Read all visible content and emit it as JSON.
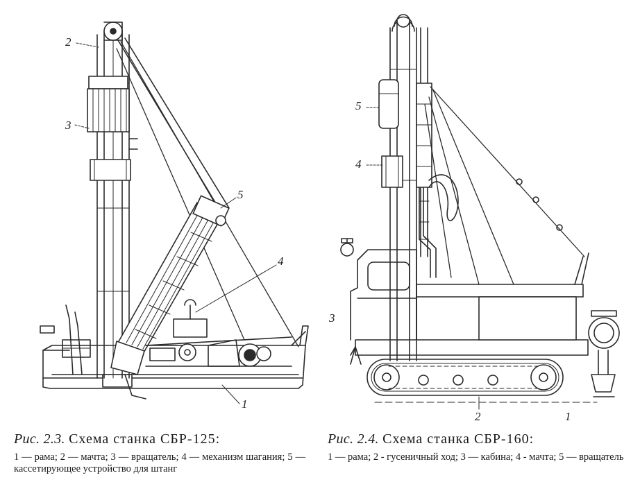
{
  "figure_left": {
    "fig_label": "Рис. 2.3.",
    "title": "Схема станка СБР-125:",
    "legend": "1 — рама; 2 — мачта; 3 — вращатель; 4 — механизм шагания; 5 — кассетирующее устройство для штанг",
    "callouts": [
      "1",
      "2",
      "3",
      "4",
      "5"
    ]
  },
  "figure_right": {
    "fig_label": "Рис. 2.4.",
    "title": "Схема станка СБР-160:",
    "legend": "1 — рама; 2 - гусеничный ход; 3 — кабина; 4 - мачта; 5 — вращатель",
    "callouts": [
      "1",
      "2",
      "3",
      "4",
      "5"
    ]
  }
}
